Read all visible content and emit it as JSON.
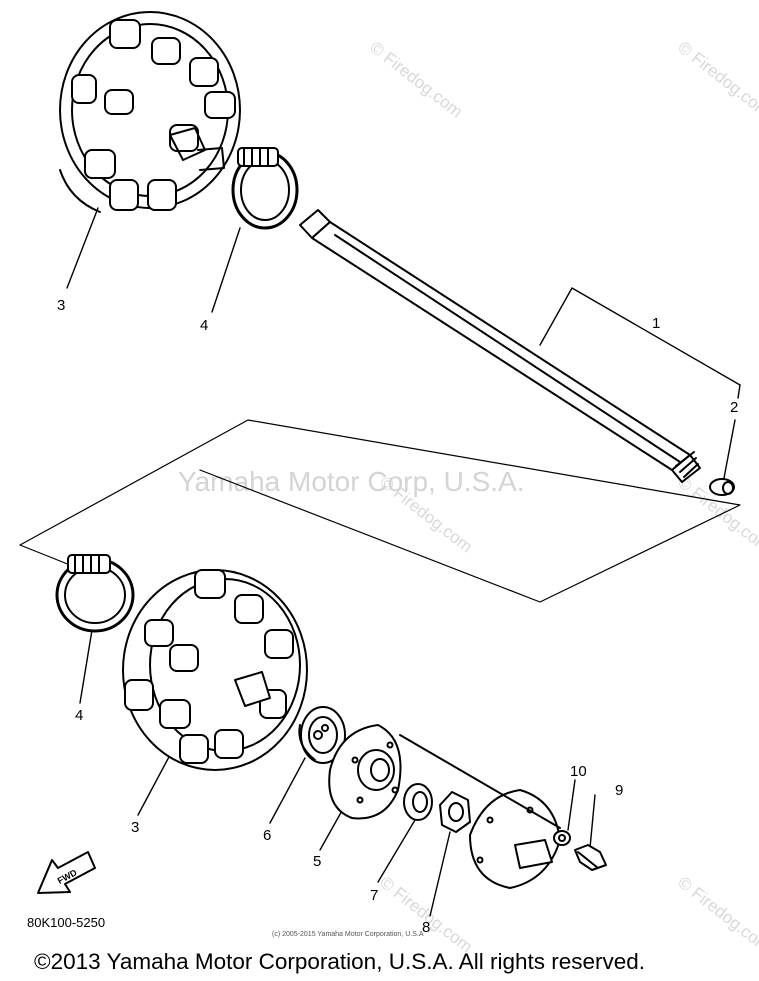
{
  "watermarks": {
    "center_text": "Yamaha Motor Corp, U.S.A.",
    "site_text": "© Firedog.com"
  },
  "callouts": {
    "shaft": "1",
    "plug": "2",
    "sprocket_upper": "3",
    "clamp_upper": "4",
    "clamp_lower": "4",
    "sprocket_lower": "3",
    "bearing": "6",
    "flange": "5",
    "washer": "7",
    "nut": "8",
    "bolt": "9",
    "lock_washer": "10"
  },
  "fwd_arrow": {
    "label": "FWD"
  },
  "part_code": "80K100-5250",
  "small_copyright": "(c) 2005-2015 Yamaha Motor Corporation, U.S.A",
  "footer": "©2013 Yamaha Motor Corporation, U.S.A. All rights reserved.",
  "colors": {
    "line": "#000000",
    "watermark": "#d4d4d4"
  }
}
